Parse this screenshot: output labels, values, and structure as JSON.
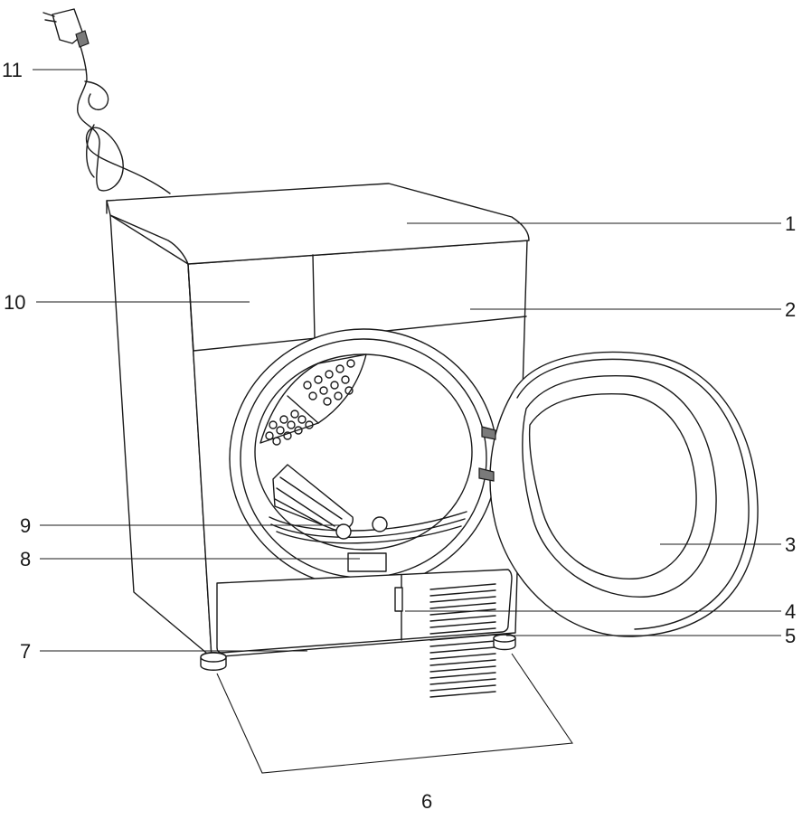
{
  "callouts": {
    "c1": "1",
    "c2": "2",
    "c3": "3",
    "c4": "4",
    "c5": "5",
    "c6": "6",
    "c7": "7",
    "c8": "8",
    "c9": "9",
    "c10": "10",
    "c11": "11"
  },
  "colors": {
    "line": "#1a1a1a",
    "hinge": "#7a7a7a",
    "background": "#ffffff"
  }
}
